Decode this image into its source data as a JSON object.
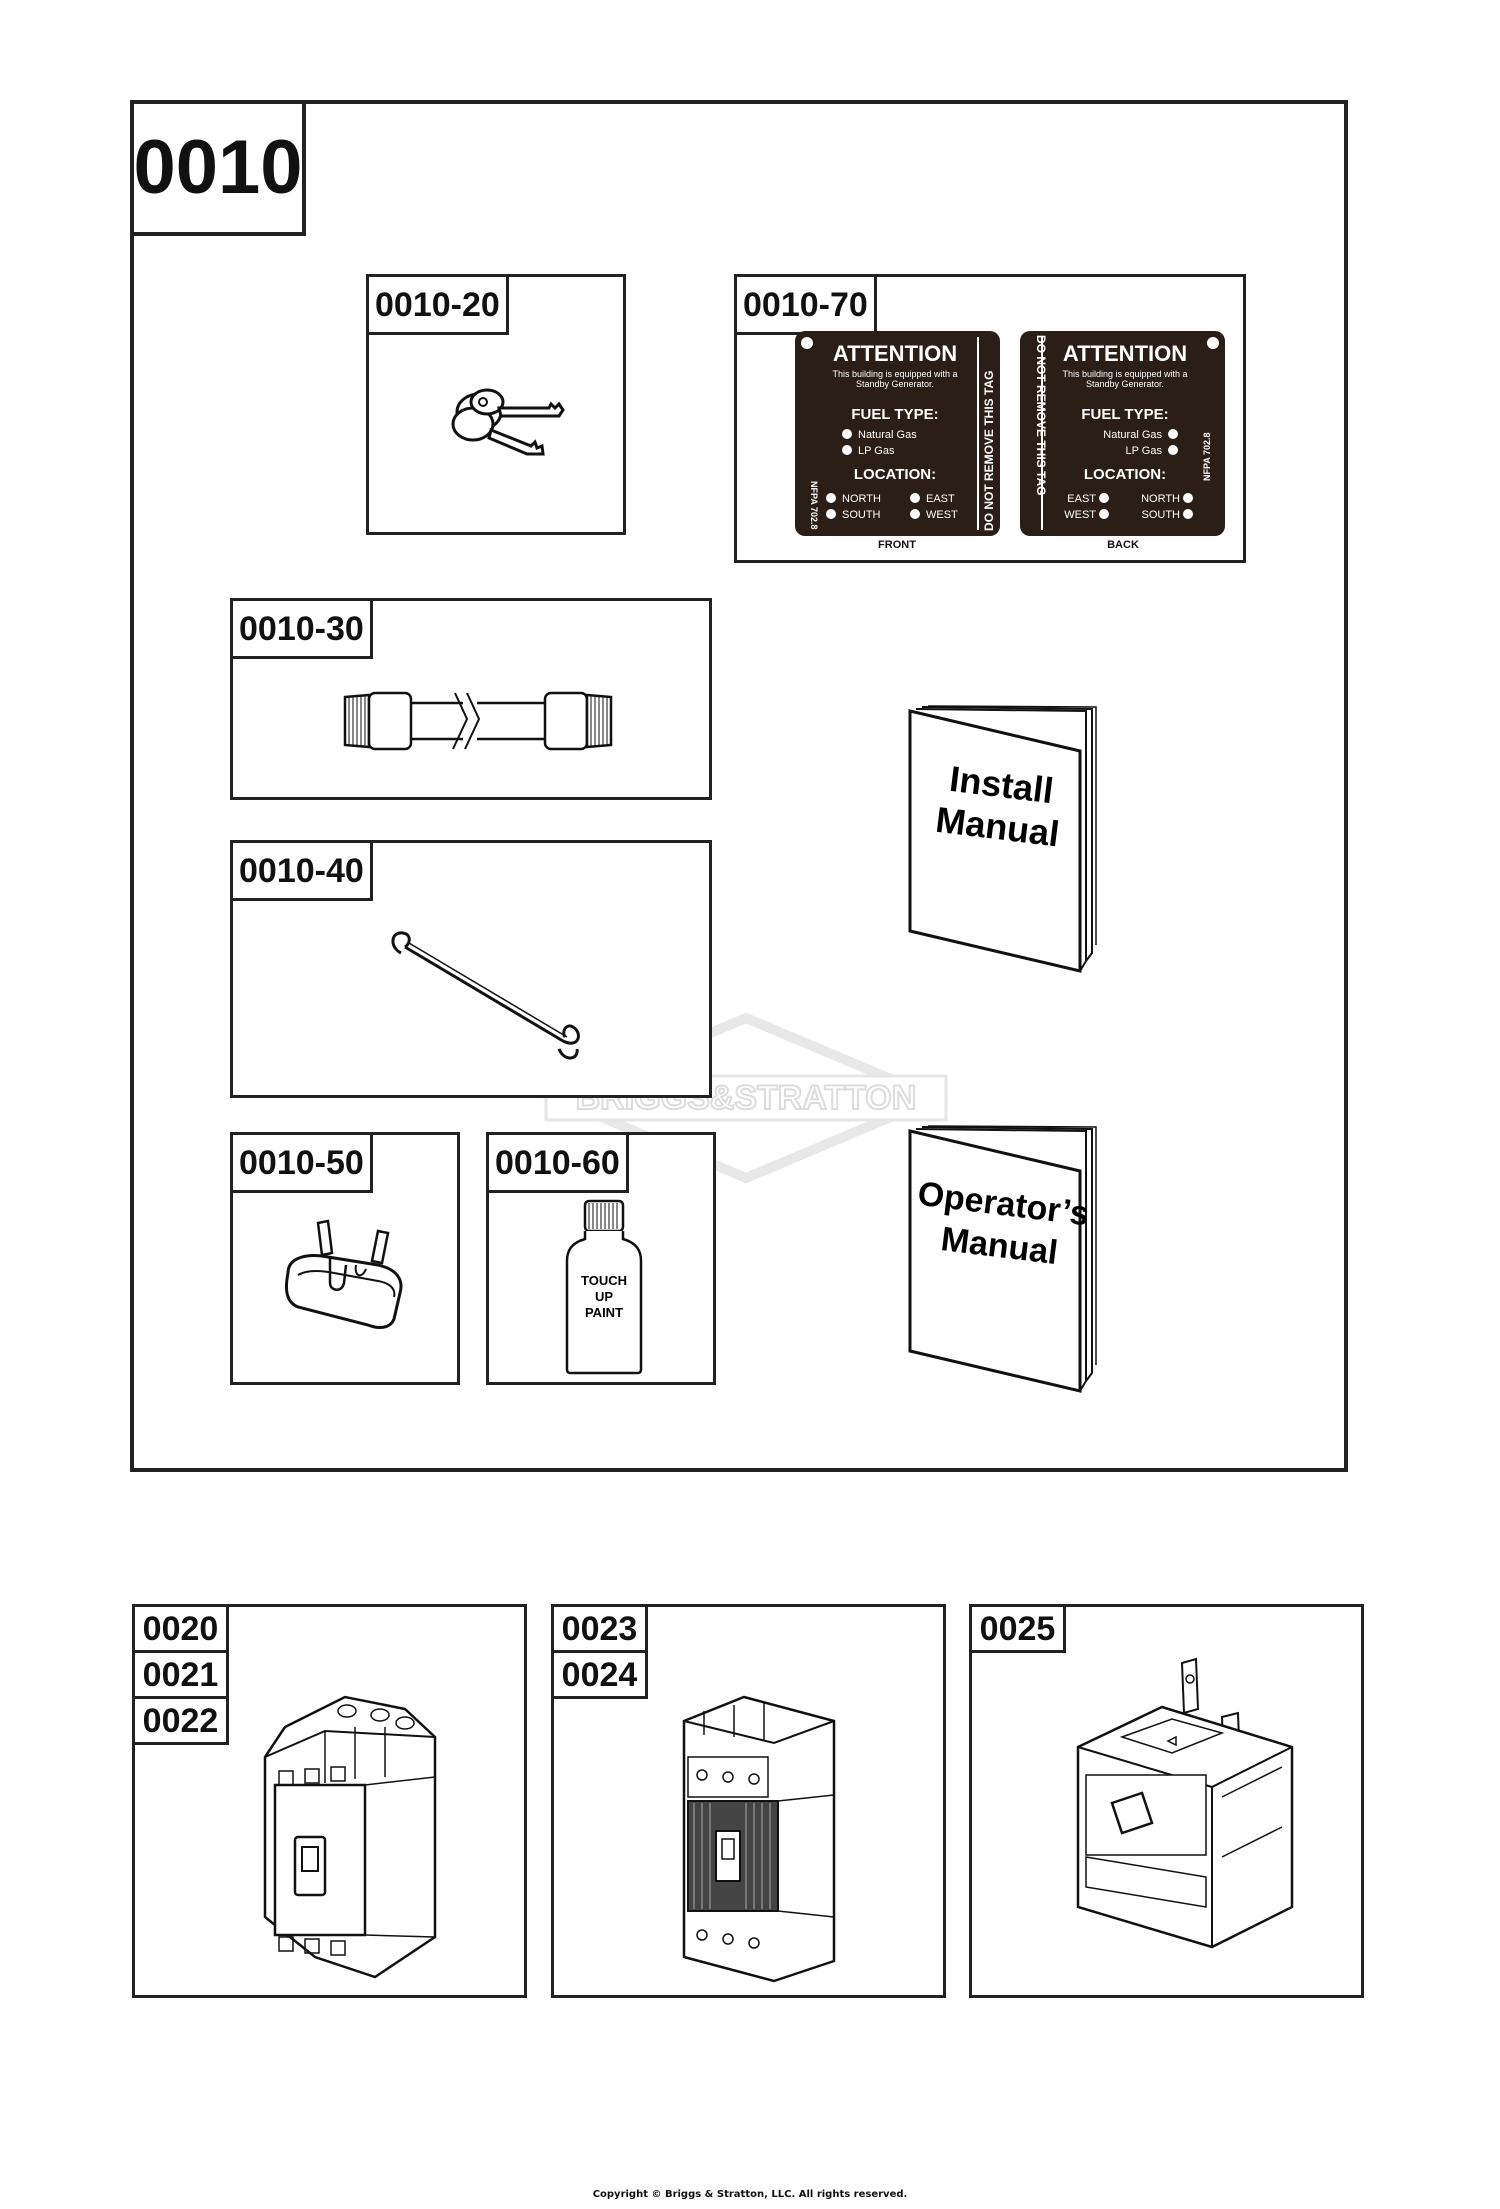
{
  "main_panel": {
    "id": "0010"
  },
  "items": {
    "keys": {
      "id": "0010-20"
    },
    "tag": {
      "id": "0010-70",
      "front": {
        "title": "ATTENTION",
        "line1": "This building is equipped with a",
        "line2": "Standby Generator.",
        "fuel_heading": "FUEL TYPE:",
        "fuel_options": [
          "Natural Gas",
          "LP Gas"
        ],
        "location_heading": "LOCATION:",
        "locations": [
          "NORTH",
          "EAST",
          "SOUTH",
          "WEST"
        ],
        "side_text": "DO NOT REMOVE THIS TAG",
        "nfpa": "NFPA 702.8",
        "caption": "FRONT"
      },
      "back": {
        "title": "ATTENTION",
        "line1": "This building is equipped with a",
        "line2": "Standby Generator.",
        "fuel_heading": "FUEL TYPE:",
        "fuel_options": [
          "Natural Gas",
          "LP Gas"
        ],
        "location_heading": "LOCATION:",
        "locations": [
          "EAST",
          "NORTH",
          "WEST",
          "SOUTH"
        ],
        "side_text": "DO NOT REMOVE THIS TAG",
        "nfpa": "NFPA 702.8",
        "caption": "BACK"
      }
    },
    "hose": {
      "id": "0010-30"
    },
    "tie": {
      "id": "0010-40"
    },
    "fuse": {
      "id": "0010-50"
    },
    "paint": {
      "id": "0010-60",
      "label_lines": [
        "TOUCH",
        "UP",
        "PAINT"
      ]
    },
    "install_manual": {
      "lines": [
        "Install",
        "Manual"
      ]
    },
    "operators_manual": {
      "lines": [
        "Operator’s",
        "Manual"
      ]
    }
  },
  "bottom_panels": [
    {
      "ids": [
        "0020",
        "0021",
        "0022"
      ]
    },
    {
      "ids": [
        "0023",
        "0024"
      ]
    },
    {
      "ids": [
        "0025"
      ]
    }
  ],
  "watermark": "BRIGGS&STRATTON",
  "copyright": "Copyright © Briggs & Stratton, LLC. All rights reserved."
}
